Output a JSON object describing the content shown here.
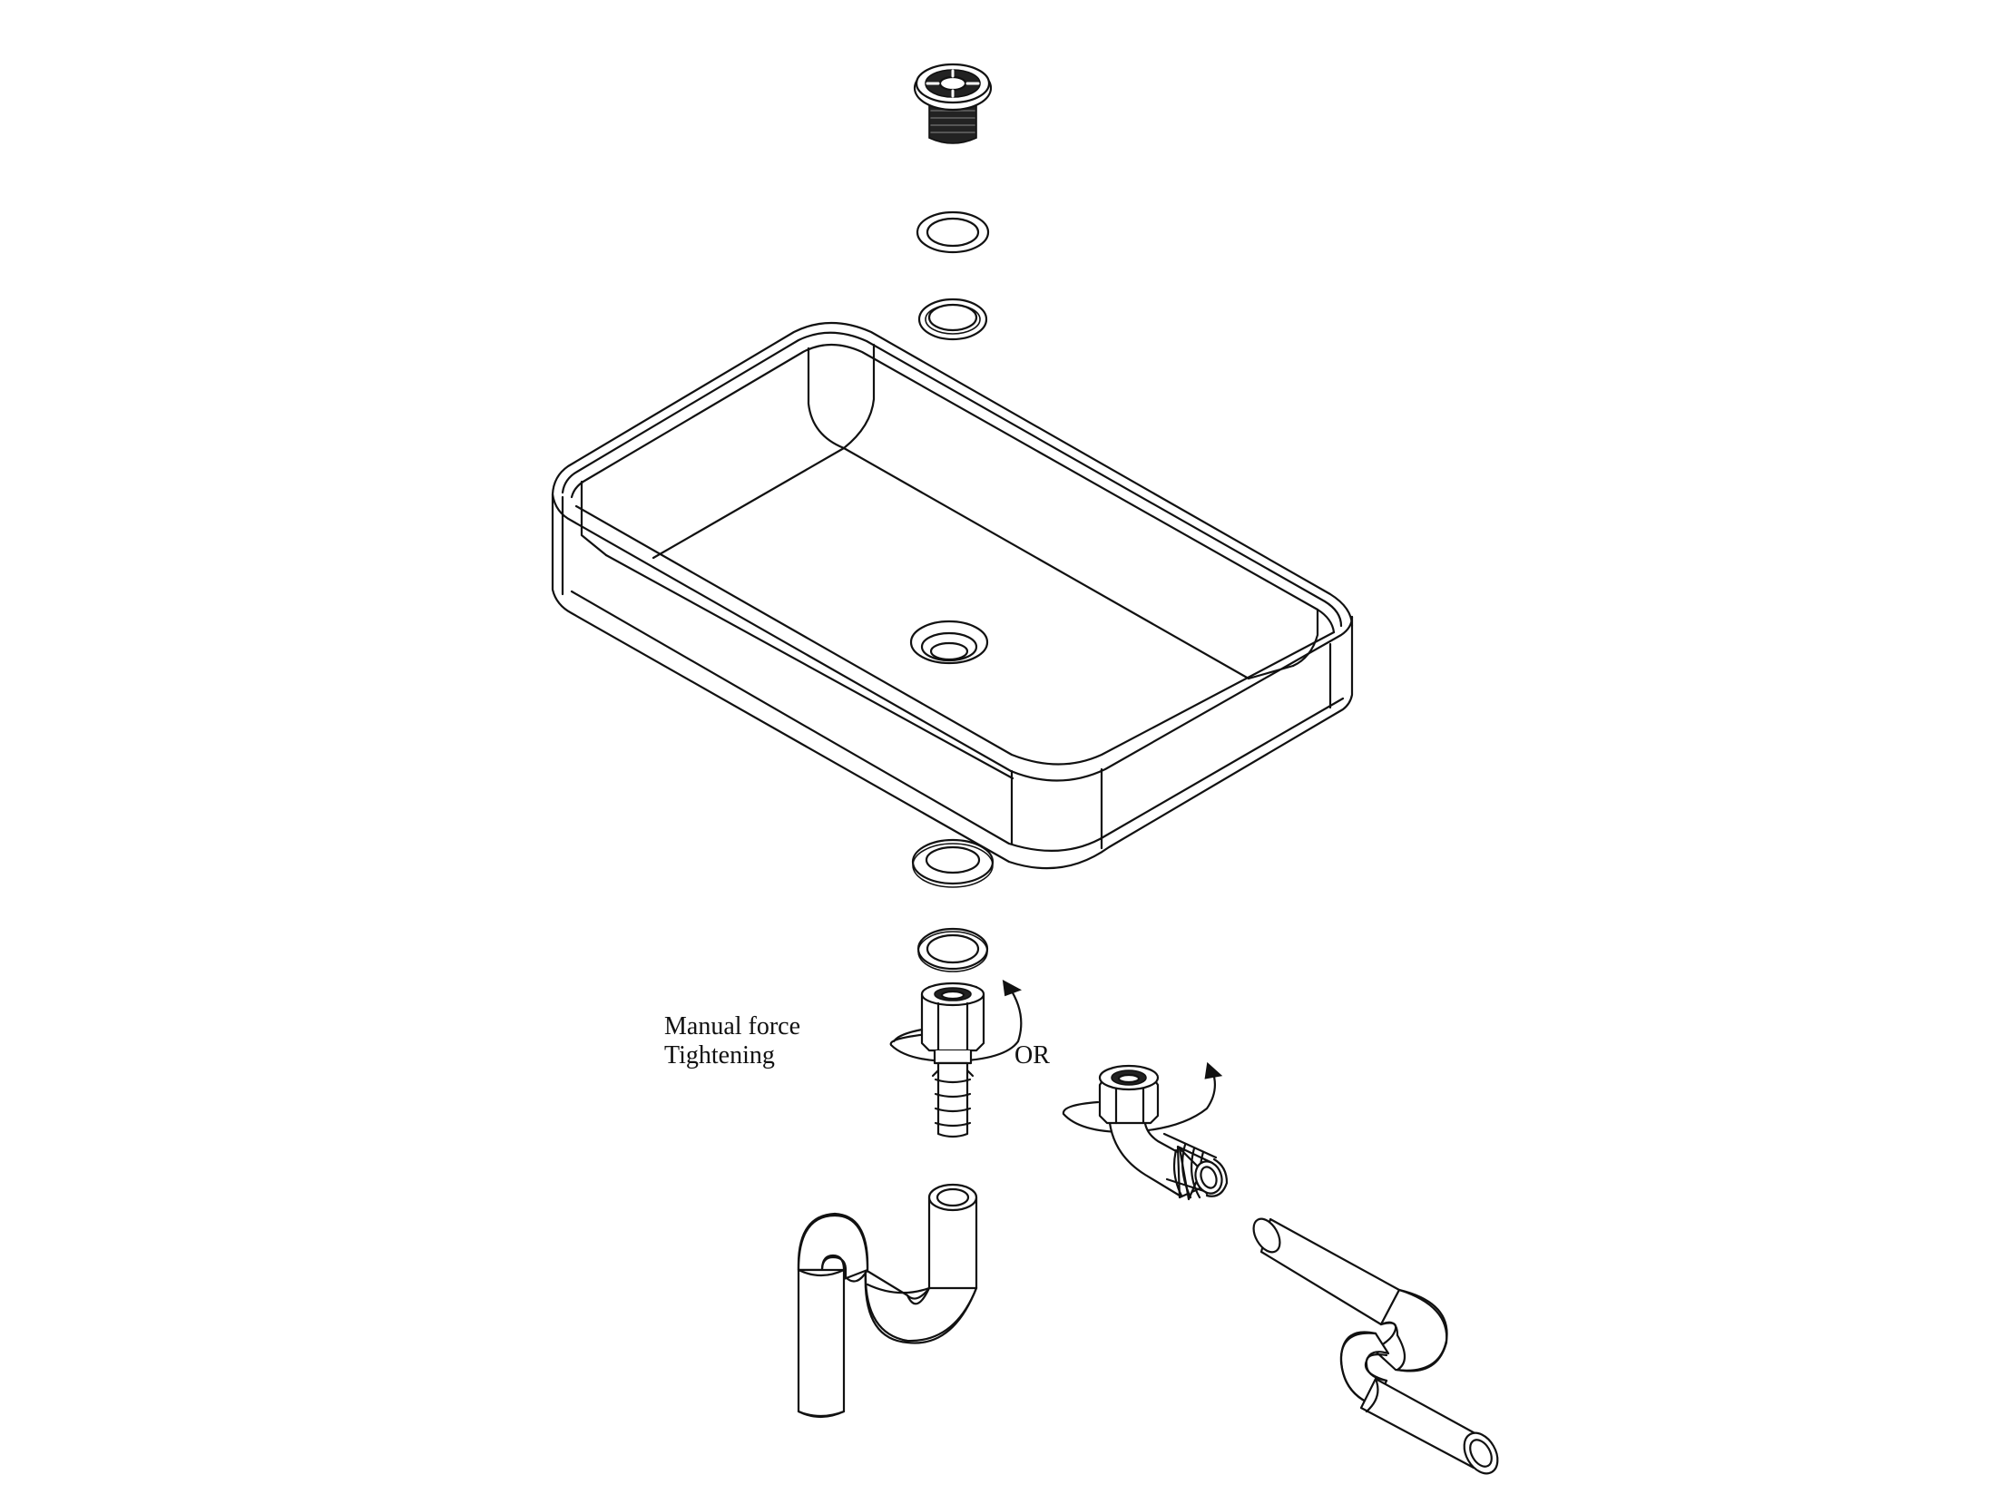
{
  "labels": {
    "manual_line1": "Manual force",
    "manual_line2": "Tightening",
    "or": "OR"
  },
  "colors": {
    "line": "#111111",
    "background": "#ffffff"
  }
}
